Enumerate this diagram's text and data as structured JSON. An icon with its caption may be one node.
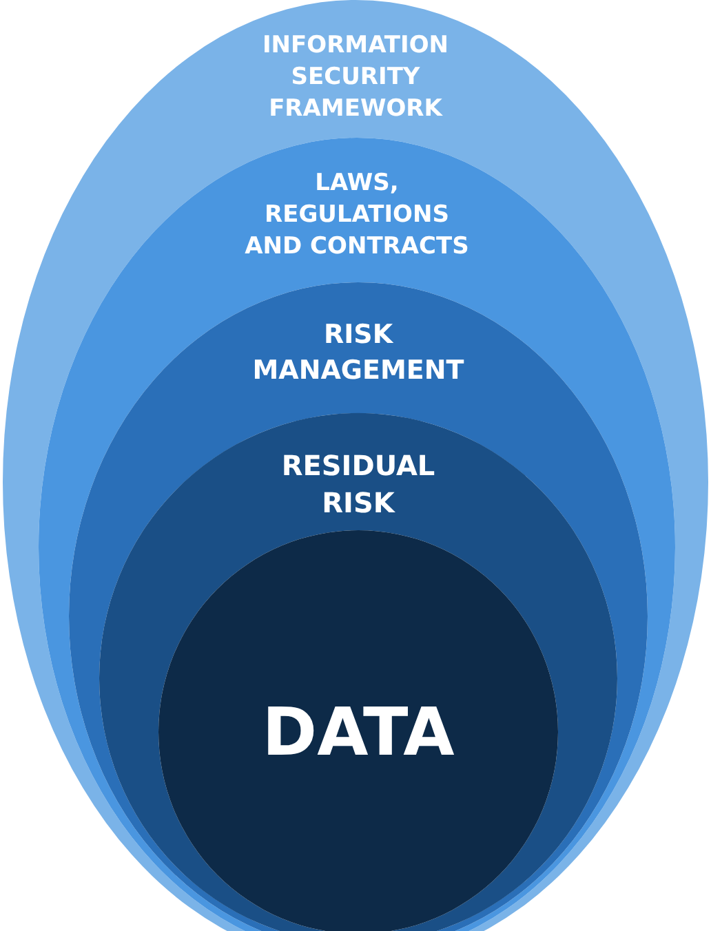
{
  "diagram": {
    "nodes": [
      {
        "text": [
          "INFORMATION SECURITY FRAMEWORK"
        ]
      },
      {
        "text": [
          "LAWS, REGULATIONS AND CONTRACTS"
        ],
        "in": 0
      },
      {
        "text": [
          "RISK MANAGEMENT"
        ],
        "in": 1
      },
      {
        "text": [
          "RESIDUAL RISK"
        ],
        "in": 2
      },
      {
        "text": [
          "DATA"
        ],
        "in": 3
      }
    ],
    "edges": []
  }
}
